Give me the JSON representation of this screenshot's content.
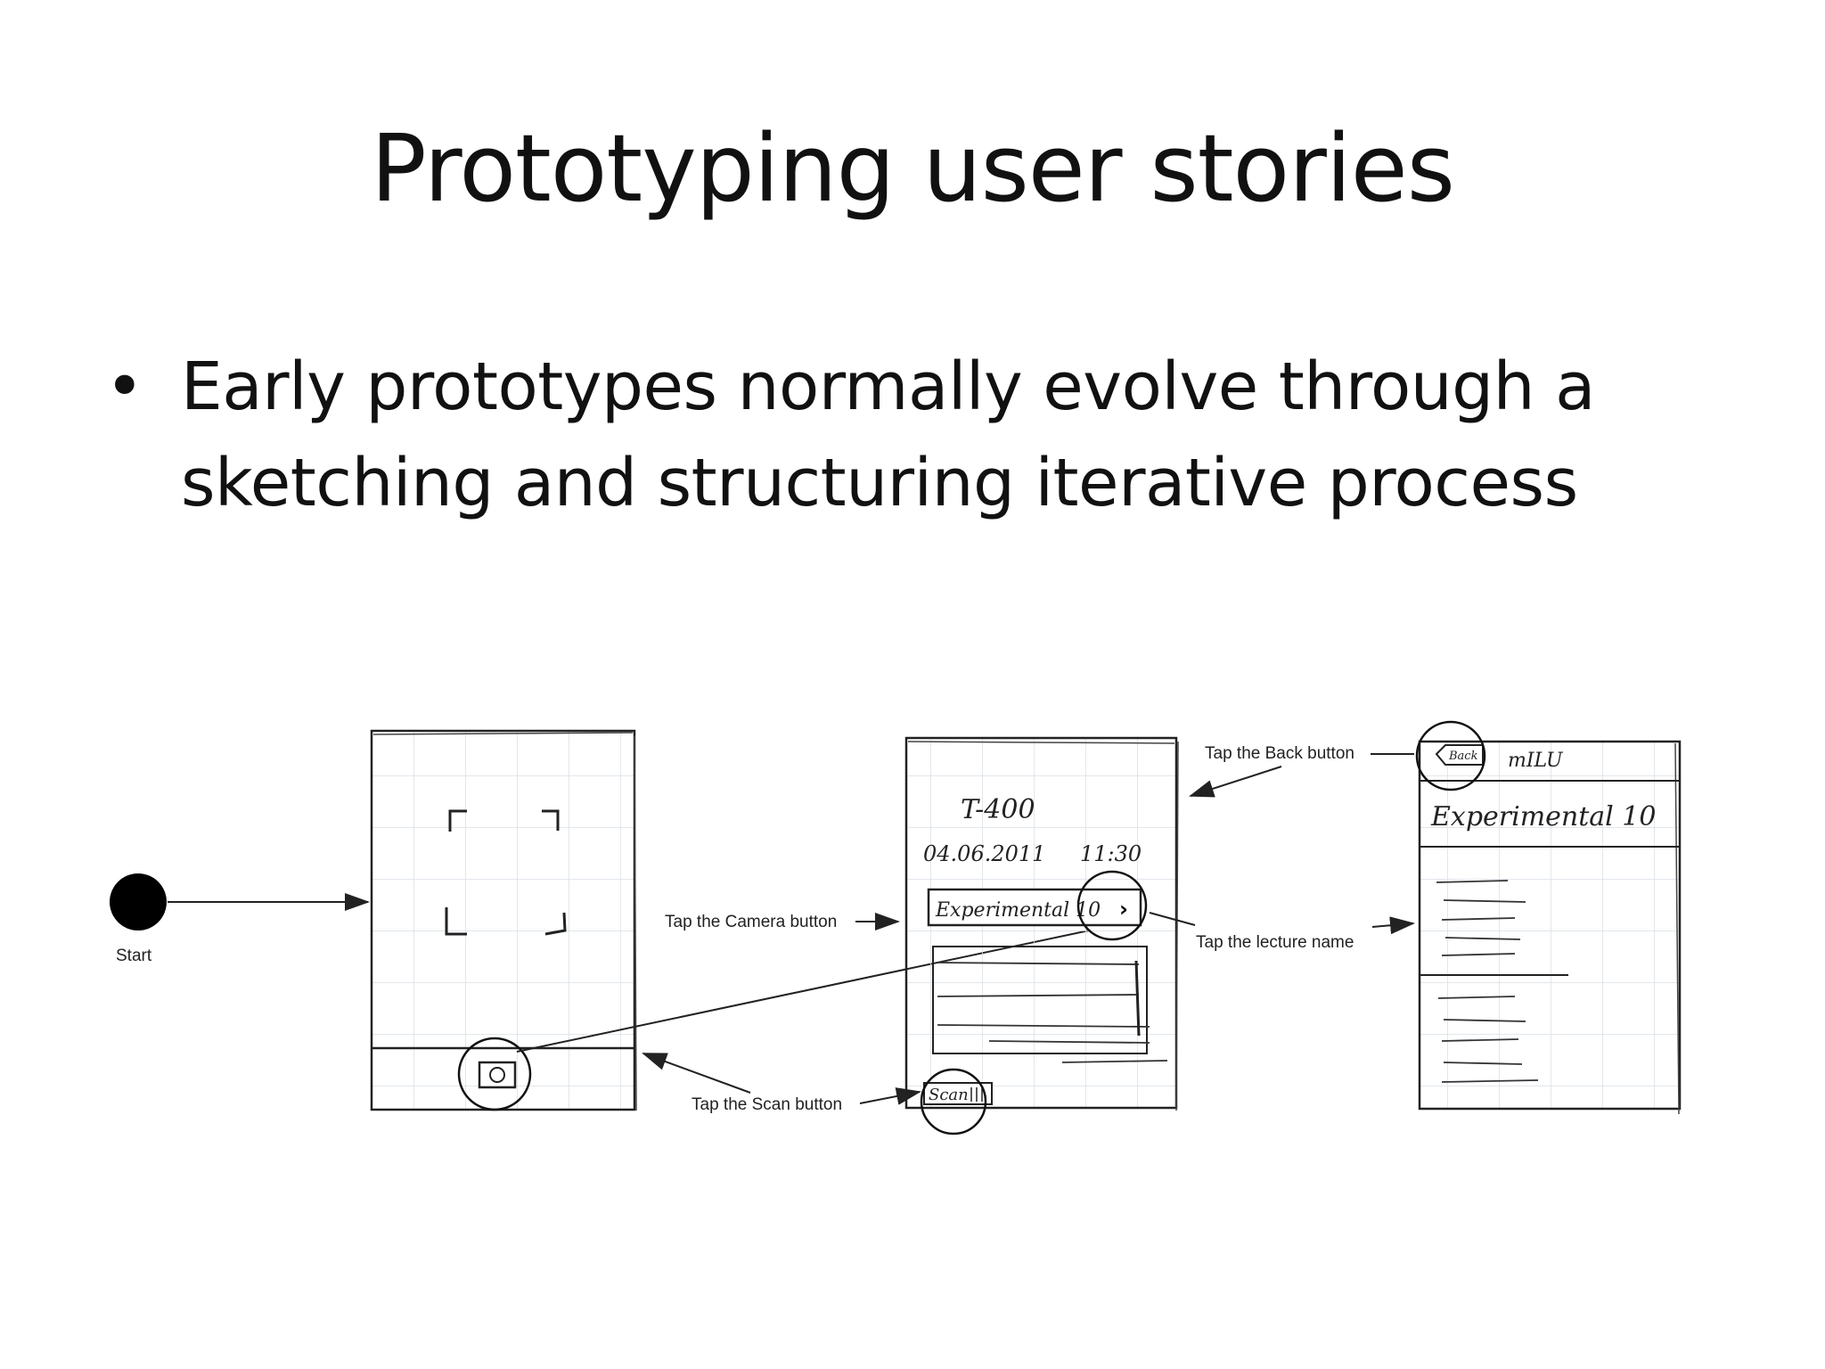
{
  "slide": {
    "title": "Prototyping user stories",
    "bullet": {
      "symbol": "•",
      "line1": "Early prototypes normally evolve through a",
      "line2": "sketching and structuring iterative process"
    }
  },
  "storyboard": {
    "start_label": "Start",
    "annotations": {
      "camera": "Tap the Camera button",
      "scan": "Tap the Scan button",
      "back": "Tap the Back button",
      "lecture": "Tap the lecture name"
    },
    "screen2": {
      "room": "T-400",
      "date": "04.06.2011",
      "time": "11:30",
      "lecture_item": "Experimental 10",
      "scan_button": "Scan"
    },
    "screen3": {
      "back_button": "Back",
      "header": "mILU",
      "title": "Experimental 10"
    }
  }
}
